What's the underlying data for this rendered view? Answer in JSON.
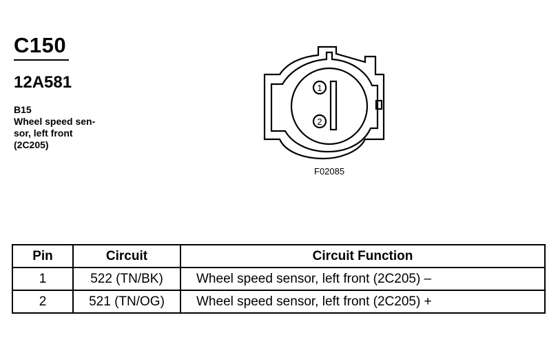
{
  "header": {
    "connector_id": "C150",
    "part_number": "12A581",
    "component_lines": [
      "B15",
      "Wheel speed sen-",
      "sor, left front",
      "(2C205)"
    ]
  },
  "figure": {
    "reference": "F02085",
    "pin_labels": [
      "1",
      "2"
    ]
  },
  "table": {
    "headers": {
      "pin": "Pin",
      "circuit": "Circuit",
      "function": "Circuit Function"
    },
    "rows": [
      {
        "pin": "1",
        "circuit": "522 (TN/BK)",
        "function": "Wheel speed sensor, left front (2C205) –"
      },
      {
        "pin": "2",
        "circuit": "521 (TN/OG)",
        "function": "Wheel speed sensor, left front (2C205) +"
      }
    ]
  }
}
